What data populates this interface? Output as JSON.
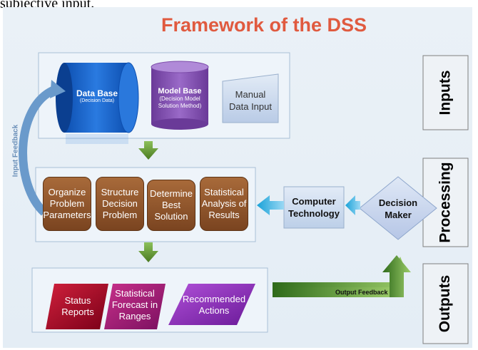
{
  "top_text": "subjective input.",
  "title": "Framework of the DSS",
  "sides": {
    "inputs": "Inputs",
    "processing": "Processing",
    "outputs": "Outputs"
  },
  "inputs": {
    "database": {
      "label": "Data Base",
      "sub": "(Decision Data)"
    },
    "modelbase": {
      "label": "Model Base",
      "sub": "(Decision Model Solution Method)"
    },
    "manual": "Manual Data Input"
  },
  "process_steps": [
    "Organize Problem Parameters",
    "Structure Decision Problem",
    "Determine Best Solution",
    "Statistical Analysis of Results"
  ],
  "computer": "Computer Technology",
  "decision_maker": "Decision Maker",
  "outputs": [
    "Status Reports",
    "Statistical Forecast in Ranges",
    "Recommended Actions"
  ],
  "input_feedback": "Input Feedback",
  "output_feedback": "Output Feedback",
  "colors": {
    "title": "#e05a3f",
    "database": "#1560c8",
    "modelbase": "#7b4aa8",
    "process": "#8b552b",
    "output_red": "#b0102a",
    "output_magenta": "#a0207a",
    "output_purple": "#8a2fae",
    "arrow_green": "#5a8a2a",
    "arrow_blue": "#1aa2d8"
  }
}
